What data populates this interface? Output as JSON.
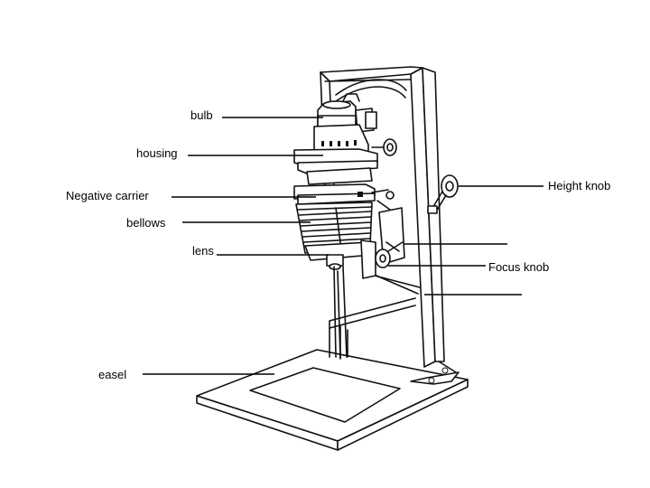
{
  "labels": {
    "bulb": "bulb",
    "housing": "housing",
    "negative_carrier": "Negative carrier",
    "bellows": "bellows",
    "lens": "lens",
    "easel": "easel",
    "height_knob": "Height knob",
    "focus_knob": "Focus knob"
  },
  "colors": {
    "ink": "#111111",
    "background": "#ffffff"
  }
}
